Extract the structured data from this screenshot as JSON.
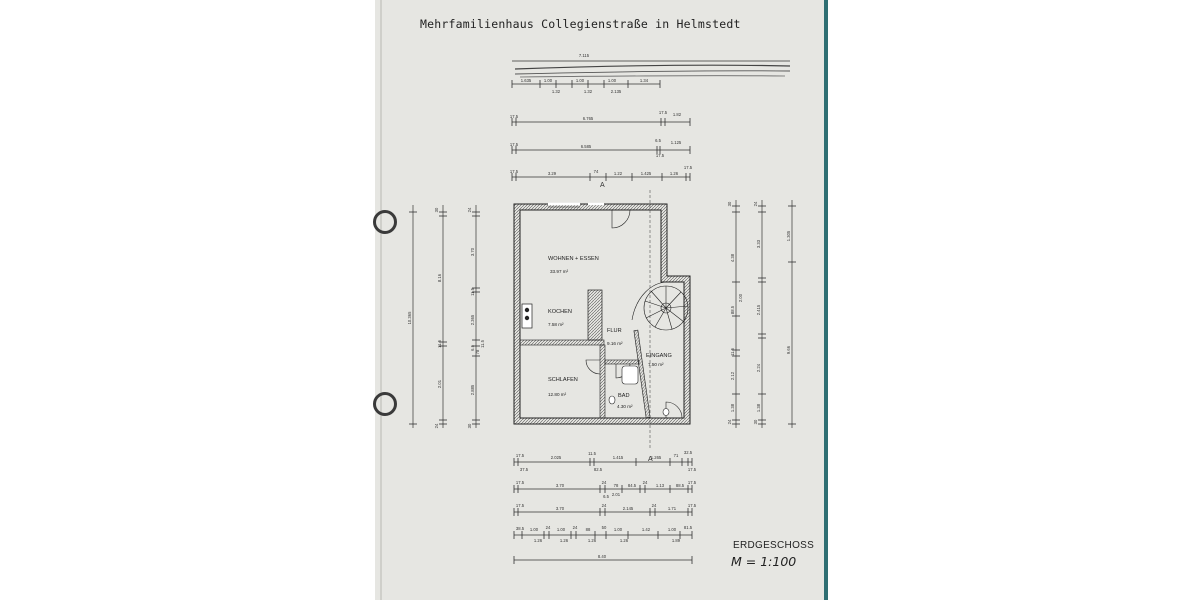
{
  "title": "Mehrfamilienhaus Collegienstraße in Helmstedt",
  "rooms": {
    "wohnen": {
      "name": "WOHNEN + ESSEN",
      "area": "33.97 m²"
    },
    "kochen": {
      "name": "KOCHEN",
      "area": "7.58 m²"
    },
    "flur": {
      "name": "FLUR",
      "area": "9.16 m²"
    },
    "eingang": {
      "name": "EINGANG",
      "area": "7.50 m²"
    },
    "schlafen": {
      "name": "SCHLAFEN",
      "area": "12.80 m²"
    },
    "bad": {
      "name": "BAD",
      "area": "4.30 m²"
    }
  },
  "top_dims": {
    "overall": "7.115",
    "row1": [
      "1.635",
      "1.00",
      "1.00",
      "1.00",
      "1.34"
    ],
    "row1_sub": [
      "1.32",
      "1.32",
      "2.135"
    ],
    "row2": [
      "17.5",
      "6.765",
      "17.5",
      "1.82"
    ],
    "row3": [
      "17.5",
      "6.585",
      "6.5",
      "1.125",
      "17.5"
    ],
    "row4": [
      "17.5",
      "3.29",
      "74",
      "1.22",
      "1.425",
      "1.26",
      "17.5"
    ],
    "section_mark": "A"
  },
  "left_dims": {
    "total": "10.365",
    "a": [
      "8.16",
      "11.5",
      "2.01"
    ],
    "b": [
      "3.70",
      "11.5",
      "2.365",
      "6.5",
      "78",
      "11.5",
      "2.885"
    ],
    "ends": [
      "30",
      "24",
      "24",
      "30"
    ]
  },
  "right_dims": {
    "total": "9.66",
    "a": [
      "4.38",
      "88.5",
      "2.00",
      "11.5",
      "2.12",
      "1.38"
    ],
    "b": [
      "3.33",
      "2.415",
      "2.24",
      "1.38"
    ],
    "c": [
      "1.305",
      "2.125",
      "2.885"
    ],
    "ends": [
      "30",
      "24",
      "24",
      "30"
    ]
  },
  "bottom_dims": {
    "row1": [
      "17.5",
      "2.025",
      "11.5",
      "1.415",
      "1.265",
      "71",
      "32.5"
    ],
    "row1_sub": [
      "37.5",
      "82.5",
      "17.5"
    ],
    "row2": [
      "17.5",
      "3.70",
      "24",
      "78",
      "84.5",
      "24",
      "1.13",
      "88.5",
      "17.5"
    ],
    "row2_sub": [
      "6.5",
      "2.01"
    ],
    "row3": [
      "17.5",
      "3.70",
      "24",
      "2.145",
      "24",
      "1.71",
      "17.5"
    ],
    "row4": [
      "38.5",
      "1.00",
      "24",
      "1.00",
      "24",
      "88",
      "50",
      "1.00",
      "1.42",
      "1.00",
      "81.5"
    ],
    "row4_sub": [
      "1.26",
      "1.26",
      "1.26",
      "1.26",
      "1.89"
    ],
    "overall": "8.40",
    "section_mark": "A"
  },
  "stamp": {
    "floor": "ERDGESCHOSS",
    "scale": "M = 1:100"
  }
}
